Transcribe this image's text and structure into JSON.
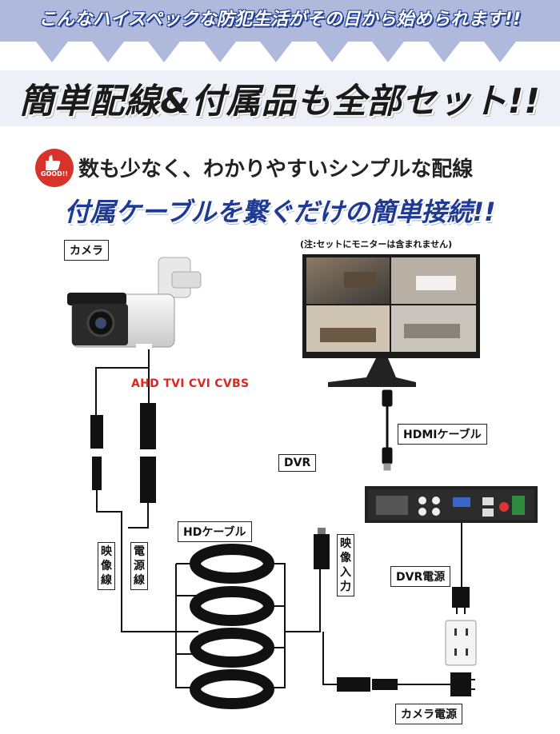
{
  "banner": {
    "text": "こんなハイスペックな防犯生活がその日から始められます!!",
    "background": "#aeb9dc",
    "text_outline": "#233f93"
  },
  "title": "簡単配線&付属品も全部セット!!",
  "badge": {
    "text": "GOOD!!",
    "color": "#d8332a",
    "icon": "thumbs-up-icon"
  },
  "subtitle1": "数も少なく、わかりやすいシンプルな配線",
  "subtitle2": "付属ケーブルを繋ぐだけの簡単接続!!",
  "labels": {
    "camera": "カメラ",
    "note": "(注:セットにモニターは含まれません)",
    "signal_types": "AHD TVI CVI CVBS",
    "hdmi_cable": "HDMIケーブル",
    "dvr": "DVR",
    "hd_cable": "HDケーブル",
    "video_line": "映像線",
    "power_line": "電源線",
    "video_input": "映像入力",
    "dvr_power": "DVR電源",
    "camera_power": "カメラ電源"
  }
}
